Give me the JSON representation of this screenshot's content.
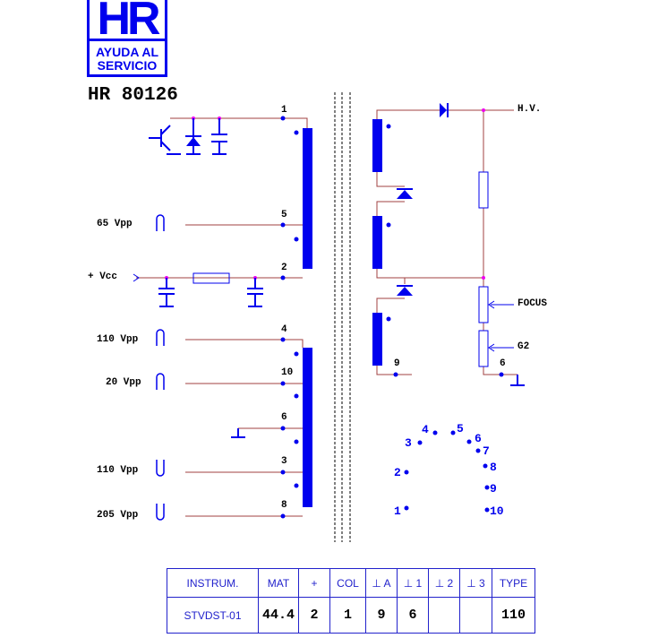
{
  "logo": {
    "mark": "HR",
    "line1": "AYUDA AL",
    "line2": "SERVICIO"
  },
  "title": "HR 80126",
  "primary": {
    "pins": [
      "1",
      "5",
      "2",
      "4",
      "10",
      "6",
      "3",
      "8"
    ],
    "inputs": [
      "65 Vpp",
      "+ Vcc",
      "110 Vpp",
      "20 Vpp",
      "110 Vpp",
      "205 Vpp"
    ]
  },
  "secondary": {
    "hv": "H.V.",
    "focus": "FOCUS",
    "g2": "G2",
    "pin9": "9",
    "pin6": "6"
  },
  "pinout": [
    "1",
    "2",
    "3",
    "4",
    "5",
    "6",
    "7",
    "8",
    "9",
    "10"
  ],
  "table": {
    "headers": [
      "INSTRUM.",
      "MAT",
      "+",
      "COL",
      "⊥ A",
      "⊥ 1",
      "⊥ 2",
      "⊥ 3",
      "TYPE"
    ],
    "values": [
      "STVDST-01",
      "44.4",
      "2",
      "1",
      "9",
      "6",
      "",
      "",
      "110"
    ]
  },
  "colors": {
    "wire": "#a04040",
    "component": "#0000ee",
    "node": "#ee00ee"
  }
}
